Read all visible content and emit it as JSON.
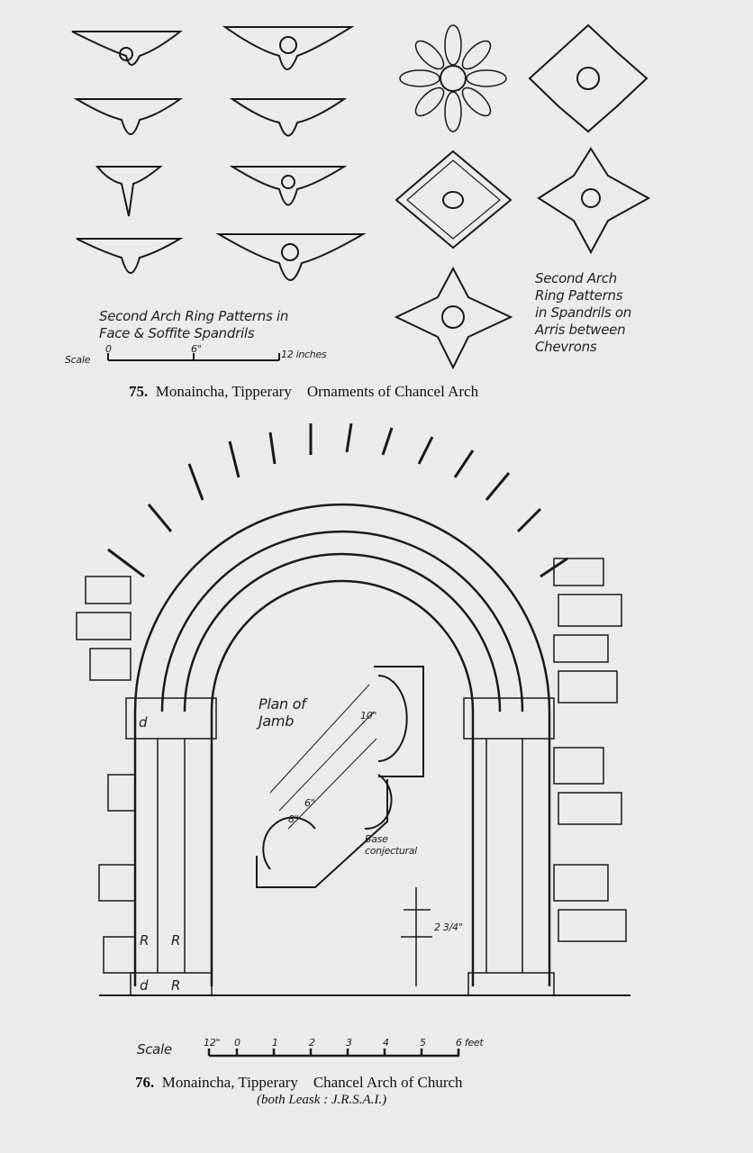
{
  "figure75": {
    "number": "75.",
    "place": "Monaincha, Tipperary",
    "title": "Ornaments of Chancel Arch",
    "label_left": [
      "Second Arch Ring Patterns in",
      "Face & Soffite Spandrils"
    ],
    "label_right": [
      "Second Arch",
      "Ring Patterns",
      "in Spandrils on",
      "Arris between",
      "Chevrons"
    ],
    "scale": {
      "label": "Scale",
      "start": "0",
      "mid": "6\"",
      "end": "12 inches"
    }
  },
  "figure76": {
    "number": "76.",
    "place": "Monaincha, Tipperary",
    "title": "Chancel Arch of Church",
    "credit": "(both Leask :  J.R.S.A.I.)",
    "plan_label": [
      "Plan of",
      "Jamb"
    ],
    "base_label": [
      "Base",
      "conjectural"
    ],
    "dims": [
      "10\"",
      "6\"",
      "8\"",
      "2 3/4\""
    ],
    "stone_marks": [
      "d",
      "R",
      "R",
      "d",
      "R"
    ],
    "scale": {
      "label": "Scale",
      "ticks": [
        "12\"",
        "0",
        "1",
        "2",
        "3",
        "4",
        "5",
        "6 feet"
      ]
    }
  }
}
